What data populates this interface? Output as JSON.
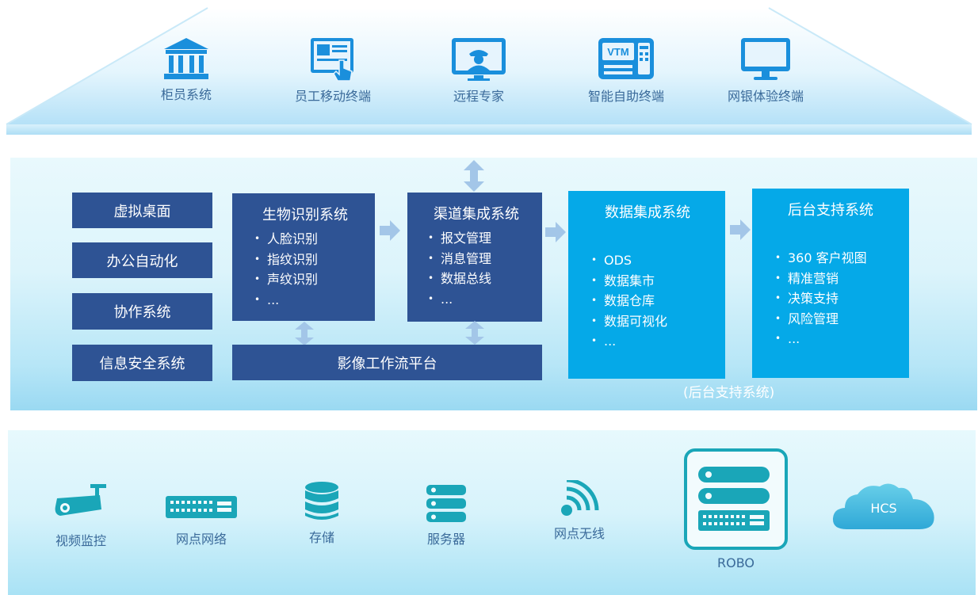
{
  "terminals": [
    {
      "label": "柜员系统",
      "icon": "bank-building-icon"
    },
    {
      "label": "员工移动终端",
      "icon": "tablet-touch-icon"
    },
    {
      "label": "远程专家",
      "icon": "remote-expert-icon"
    },
    {
      "label": "智能自助终端",
      "icon": "vtm-icon",
      "icon_text": "VTM"
    },
    {
      "label": "网银体验终端",
      "icon": "monitor-icon"
    }
  ],
  "left_systems": [
    "虚拟桌面",
    "办公自动化",
    "协作系统",
    "信息安全系统"
  ],
  "biometric": {
    "title": "生物识别系统",
    "items": [
      "人脸识别",
      "指纹识别",
      "声纹识别",
      "..."
    ]
  },
  "channel": {
    "title": "渠道集成系统",
    "items": [
      "报文管理",
      "消息管理",
      "数据总线",
      "..."
    ]
  },
  "workflow": {
    "title": "影像工作流平台"
  },
  "data_integration": {
    "title": "数据集成系统",
    "items": [
      "ODS",
      "数据集市",
      "数据仓库",
      "数据可视化",
      "..."
    ]
  },
  "backend": {
    "title": "后台支持系统",
    "items": [
      "360 客户视图",
      "精准营销",
      "决策支持",
      "风险管理",
      "..."
    ]
  },
  "backend_caption": "(后台支持系统)",
  "infrastructure": [
    {
      "label": "视频监控",
      "icon": "security-camera-icon"
    },
    {
      "label": "网点网络",
      "icon": "network-switch-icon"
    },
    {
      "label": "存储",
      "icon": "storage-icon"
    },
    {
      "label": "服务器",
      "icon": "server-icon"
    },
    {
      "label": "网点无线",
      "icon": "wireless-icon"
    },
    {
      "label": "ROBO",
      "icon": "robo-server-icon"
    },
    {
      "label": "HCS",
      "icon": "cloud-icon"
    }
  ],
  "colors": {
    "dark_box": "#2e5394",
    "cyan_box": "#05a9e8",
    "icon_blue": "#1a8fdc",
    "infra_teal": "#1aa6b8",
    "arrow": "#a3c6e8"
  }
}
